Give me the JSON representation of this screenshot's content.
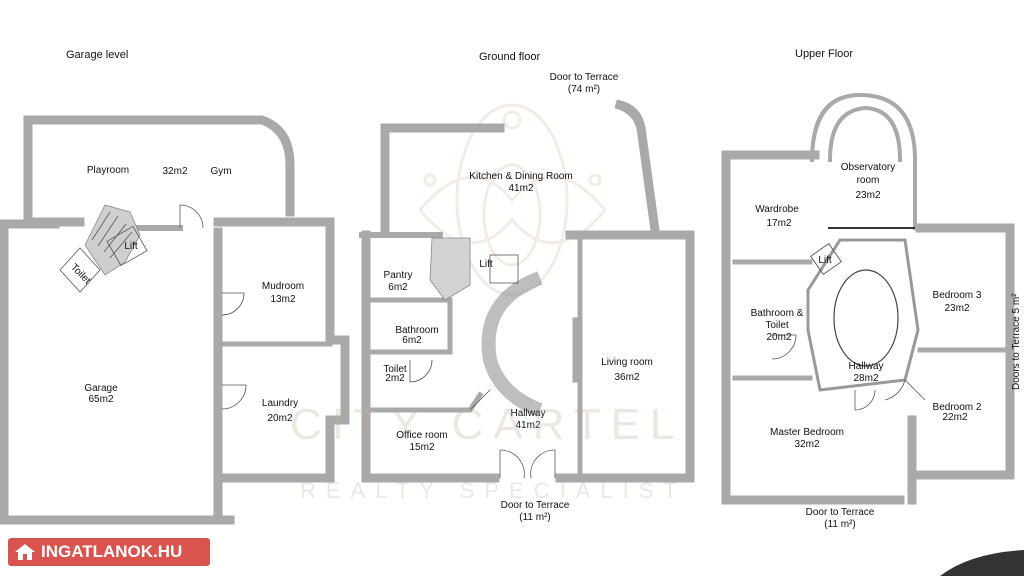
{
  "floors": {
    "garage": {
      "title": "Garage level",
      "rooms": {
        "playroom": "Playroom",
        "playroom_area": "32m2",
        "gym": "Gym",
        "lift": "Lift",
        "toilet": "Toilet",
        "mudroom": "Mudroom",
        "mudroom_area": "13m2",
        "garage": "Garage",
        "garage_area": "65m2",
        "laundry": "Laundry",
        "laundry_area": "20m2"
      }
    },
    "ground": {
      "title": "Ground floor",
      "door_top": "Door to Terrace",
      "door_top_area": "(74 m²)",
      "door_bottom": "Door to Terrace",
      "door_bottom_area": "(11 m²)",
      "rooms": {
        "kitchen": "Kitchen & Dining Room",
        "kitchen_area": "41m2",
        "pantry": "Pantry",
        "pantry_area": "6m2",
        "lift": "Lift",
        "bathroom": "Bathroom",
        "bathroom_area": "6m2",
        "toilet": "Toilet",
        "toilet_area": "2m2",
        "living": "Living room",
        "living_area": "36m2",
        "office": "Office room",
        "office_area": "15m2",
        "hallway": "Hallway",
        "hallway_area": "41m2"
      }
    },
    "upper": {
      "title": "Upper Floor",
      "door_bottom": "Door to Terrace",
      "door_bottom_area": "(11 m²)",
      "door_side": "Doors to Terrace 5 m²",
      "rooms": {
        "observatory": "Observatory",
        "observatory_2": "room",
        "observatory_area": "23m2",
        "wardrobe": "Wardrobe",
        "wardrobe_area": "17m2",
        "lift": "Lift",
        "bathroom": "Bathroom &",
        "bathroom_2": "Toilet",
        "bathroom_area": "20m2",
        "hallway": "Hallway",
        "hallway_area": "28m2",
        "bedroom3": "Bedroom 3",
        "bedroom3_area": "23m2",
        "bedroom2": "Bedroom 2",
        "bedroom2_area": "22m2",
        "master": "Master Bedroom",
        "master_area": "32m2"
      }
    }
  },
  "watermark": {
    "line1": "CITY CARTEL",
    "line2": "REALTY SPECIALIST"
  },
  "badge": {
    "text": "INGATLANOK.HU",
    "color": "#d9534f"
  },
  "colors": {
    "wall": "#a9a9a9",
    "wall_dark": "#8e8e8e"
  }
}
